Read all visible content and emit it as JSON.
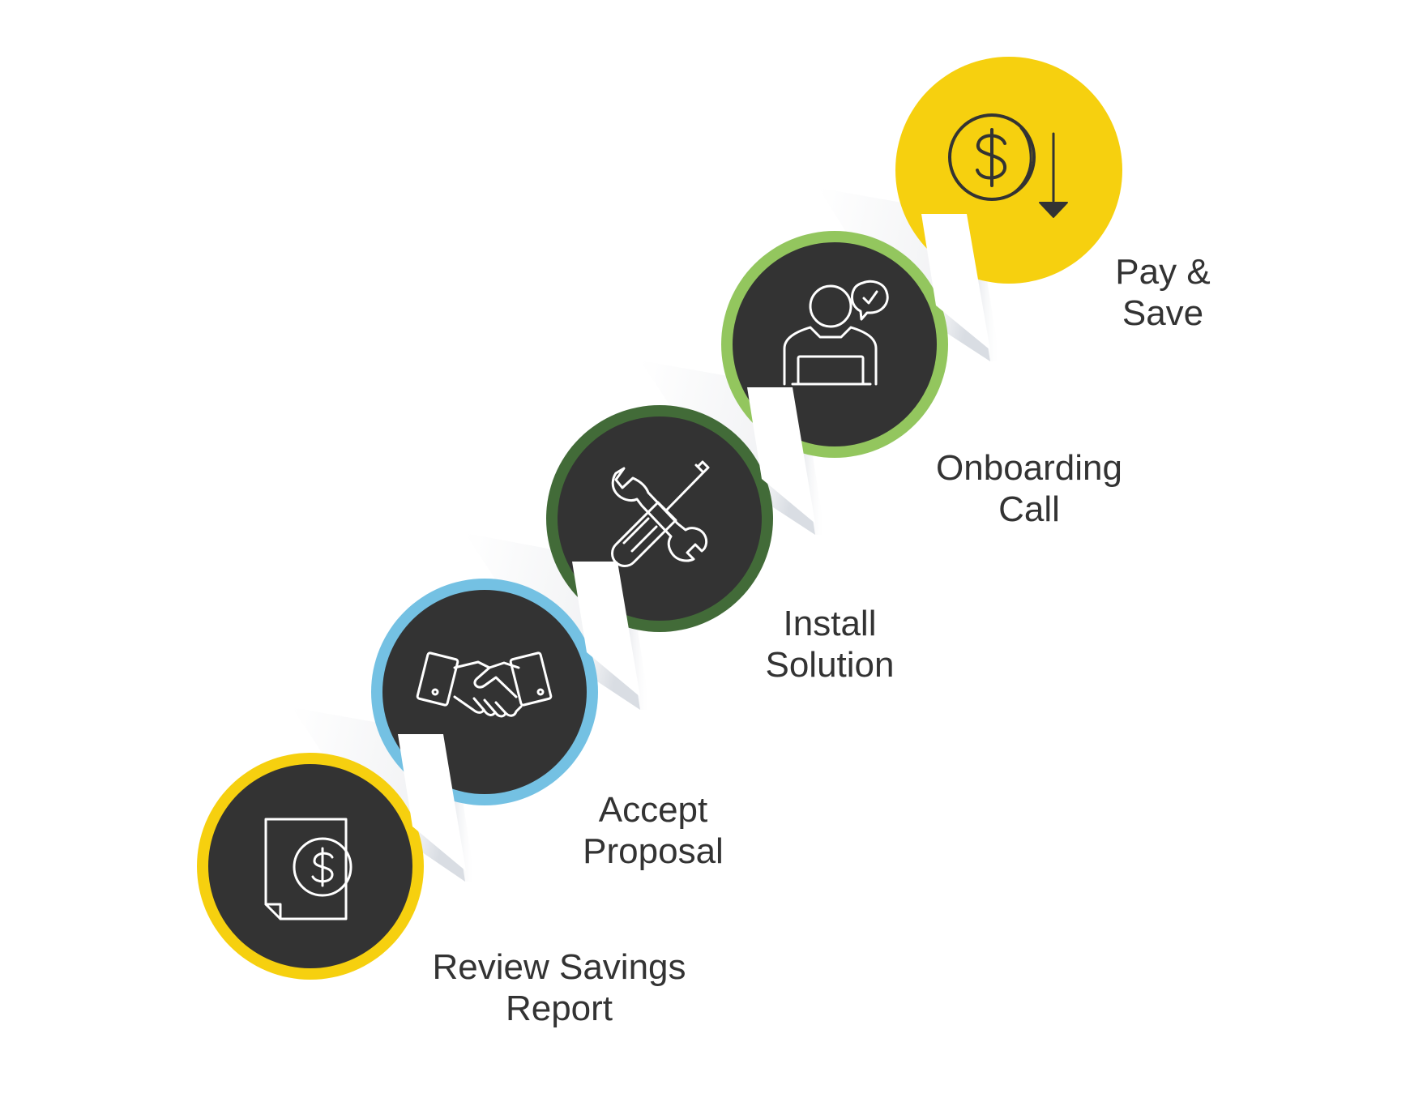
{
  "colors": {
    "background": "#ffffff",
    "circle_fill": "#333333",
    "icon_stroke": "#ffffff",
    "label_text": "#333333"
  },
  "steps": [
    {
      "id": "review",
      "ring_color": "#f6d00f",
      "icon": "document-dollar-icon",
      "label_lines": [
        "Review Savings",
        "Report"
      ]
    },
    {
      "id": "accept",
      "ring_color": "#74c1e3",
      "icon": "handshake-icon",
      "label_lines": [
        "Accept",
        "Proposal"
      ]
    },
    {
      "id": "install",
      "ring_color": "#426b38",
      "icon": "wrench-screwdriver-icon",
      "label_lines": [
        "Install",
        "Solution"
      ]
    },
    {
      "id": "onboarding",
      "ring_color": "#93c65e",
      "icon": "person-laptop-chat-icon",
      "label_lines": [
        "Onboarding",
        "Call"
      ]
    },
    {
      "id": "pay",
      "ring_color": "#f6d00f",
      "icon": "dollar-coin-down-arrow-icon",
      "label_lines": [
        "Pay &",
        "Save"
      ]
    }
  ]
}
